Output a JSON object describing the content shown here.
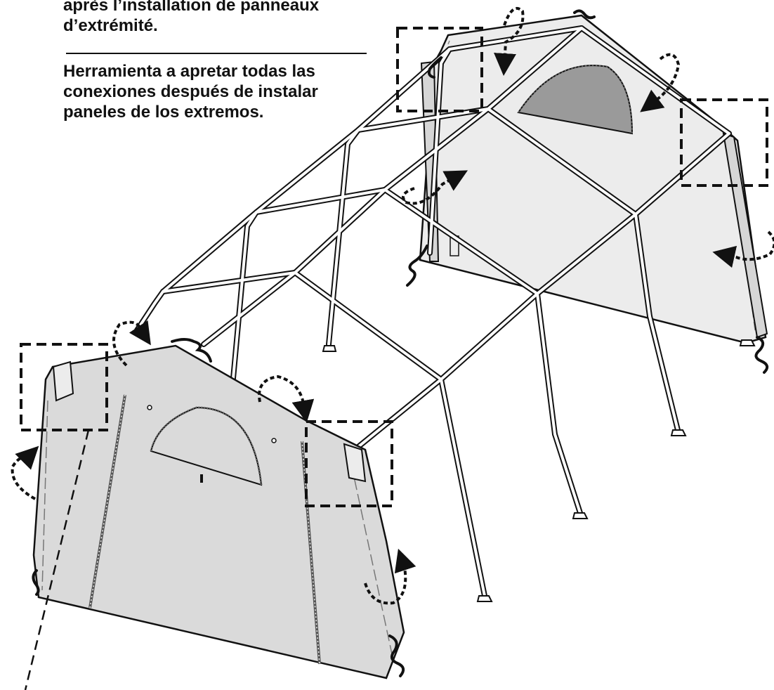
{
  "instructions": {
    "french": [
      "après l’installation de panneaux",
      "d’extrémité."
    ],
    "spanish": [
      "Herramienta a apretar todas las",
      "conexiones después de instalar",
      "paneles de los extremos."
    ]
  },
  "colors": {
    "panel_fill": "#dadada",
    "rear_panel_fill": "#ececec",
    "window_fill": "#9a9a9a",
    "outline": "#111111",
    "frame_tube": "#ffffff"
  },
  "icons": [
    "rotation-arrow-icon",
    "bungee-cord-icon",
    "detail-callout-box"
  ]
}
